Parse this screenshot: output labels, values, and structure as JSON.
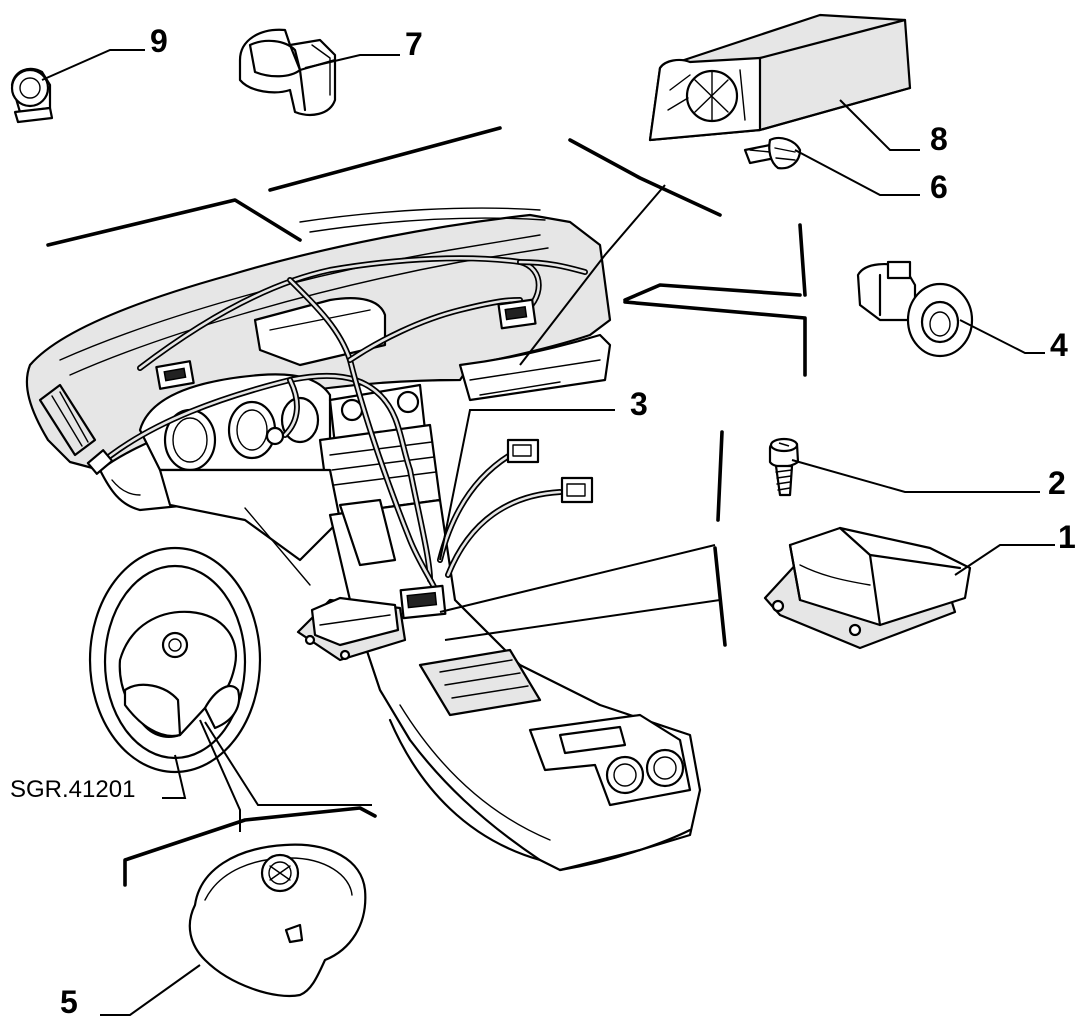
{
  "diagram": {
    "reference_code": "SGR.41201",
    "callouts": [
      {
        "id": "1",
        "label": "1"
      },
      {
        "id": "2",
        "label": "2"
      },
      {
        "id": "3",
        "label": "3"
      },
      {
        "id": "4",
        "label": "4"
      },
      {
        "id": "5",
        "label": "5"
      },
      {
        "id": "6",
        "label": "6"
      },
      {
        "id": "7",
        "label": "7"
      },
      {
        "id": "8",
        "label": "8"
      },
      {
        "id": "9",
        "label": "9"
      }
    ]
  }
}
